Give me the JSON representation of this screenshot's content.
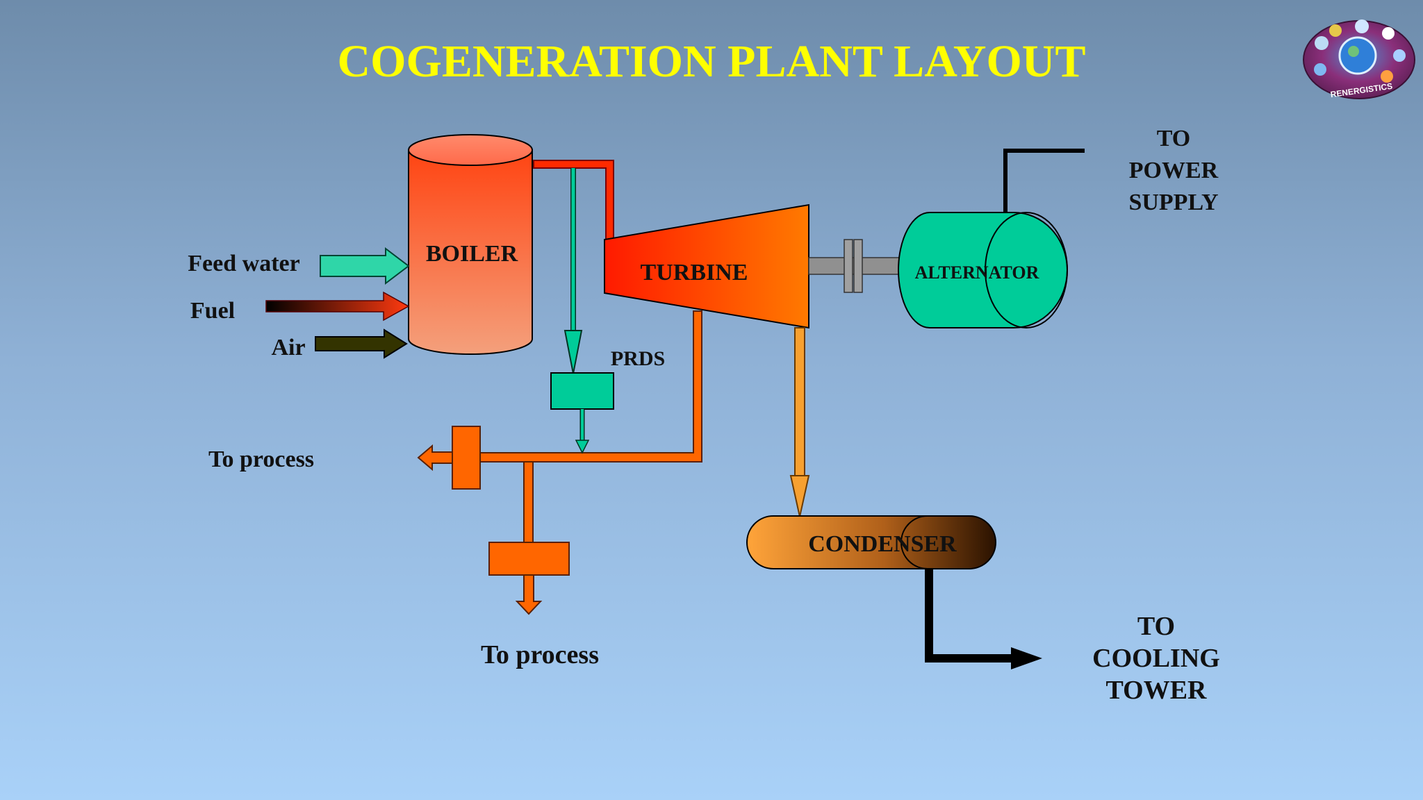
{
  "slide": {
    "title": "COGENERATION PLANT LAYOUT",
    "logo_text": "RENERGISTICS"
  },
  "diagram": {
    "components": {
      "boiler": "BOILER",
      "turbine": "TURBINE",
      "alternator": "ALTERNATOR",
      "prds": "PRDS",
      "condenser": "CONDENSER"
    },
    "inputs": {
      "feed_water": "Feed water",
      "fuel": "Fuel",
      "air": "Air"
    },
    "outputs": {
      "to_process_left": "To process",
      "to_process_bottom": "To process",
      "power_supply": [
        "TO",
        "POWER",
        "SUPPLY"
      ],
      "cooling_tower": [
        "TO",
        "COOLING",
        "TOWER"
      ]
    }
  },
  "colors": {
    "title": "#ffff00",
    "boiler": "#f5673a",
    "turbine": "#ff4a00",
    "alternator": "#00cc99",
    "prds": "#00cc99",
    "steam_line": "#ff2a00",
    "process_line": "#ff6600",
    "exhaust_line": "#f7a030",
    "feed_water": "#2fd6a8",
    "air": "#333300",
    "shaft": "#909090"
  }
}
